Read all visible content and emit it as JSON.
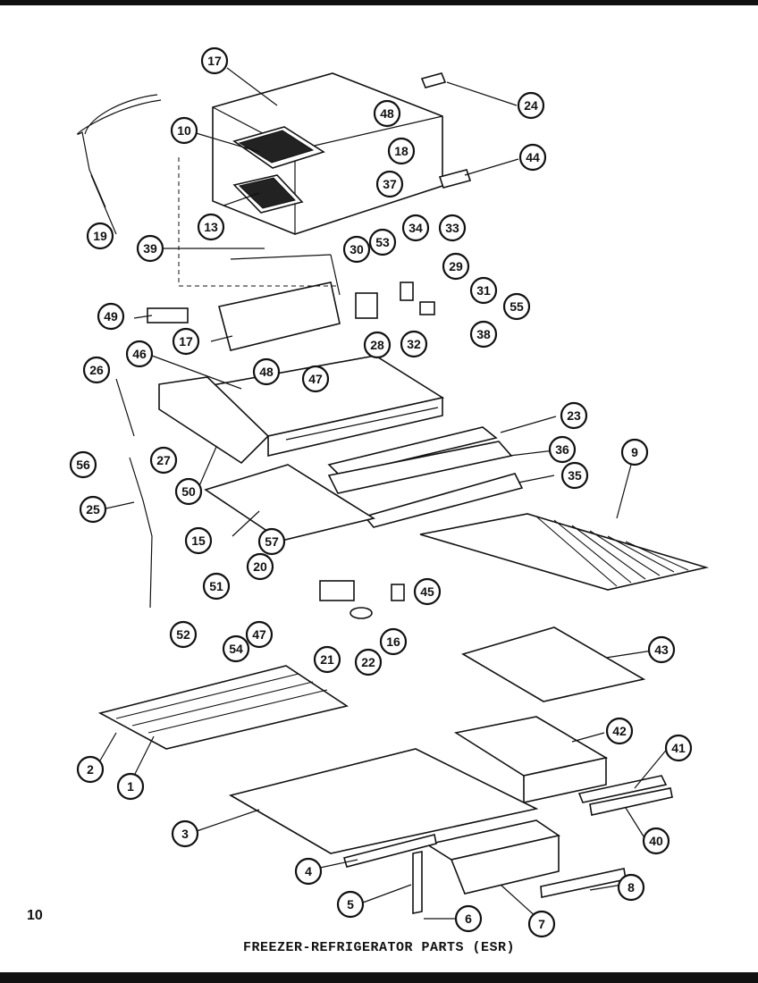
{
  "page_number": "10",
  "caption": "FREEZER-REFRIGERATOR PARTS (ESR)",
  "callouts": [
    {
      "id": "c17a",
      "label": "17"
    },
    {
      "id": "c24",
      "label": "24"
    },
    {
      "id": "c48a",
      "label": "48"
    },
    {
      "id": "c10",
      "label": "10"
    },
    {
      "id": "c18",
      "label": "18"
    },
    {
      "id": "c44",
      "label": "44"
    },
    {
      "id": "c37",
      "label": "37"
    },
    {
      "id": "c13",
      "label": "13"
    },
    {
      "id": "c19",
      "label": "19"
    },
    {
      "id": "c39",
      "label": "39"
    },
    {
      "id": "c30",
      "label": "30"
    },
    {
      "id": "c53",
      "label": "53"
    },
    {
      "id": "c34",
      "label": "34"
    },
    {
      "id": "c33",
      "label": "33"
    },
    {
      "id": "c29",
      "label": "29"
    },
    {
      "id": "c31",
      "label": "31"
    },
    {
      "id": "c55",
      "label": "55"
    },
    {
      "id": "c49",
      "label": "49"
    },
    {
      "id": "c28",
      "label": "28"
    },
    {
      "id": "c32",
      "label": "32"
    },
    {
      "id": "c38",
      "label": "38"
    },
    {
      "id": "c17b",
      "label": "17"
    },
    {
      "id": "c48b",
      "label": "48"
    },
    {
      "id": "c46",
      "label": "46"
    },
    {
      "id": "c47a",
      "label": "47"
    },
    {
      "id": "c26",
      "label": "26"
    },
    {
      "id": "c23",
      "label": "23"
    },
    {
      "id": "c9",
      "label": "9"
    },
    {
      "id": "c36",
      "label": "36"
    },
    {
      "id": "c56",
      "label": "56"
    },
    {
      "id": "c27",
      "label": "27"
    },
    {
      "id": "c35",
      "label": "35"
    },
    {
      "id": "c50",
      "label": "50"
    },
    {
      "id": "c25",
      "label": "25"
    },
    {
      "id": "c15",
      "label": "15"
    },
    {
      "id": "c57",
      "label": "57"
    },
    {
      "id": "c20",
      "label": "20"
    },
    {
      "id": "c45",
      "label": "45"
    },
    {
      "id": "c51",
      "label": "51"
    },
    {
      "id": "c16",
      "label": "16"
    },
    {
      "id": "c52",
      "label": "52"
    },
    {
      "id": "c54",
      "label": "54"
    },
    {
      "id": "c47b",
      "label": "47"
    },
    {
      "id": "c21",
      "label": "21"
    },
    {
      "id": "c22",
      "label": "22"
    },
    {
      "id": "c43",
      "label": "43"
    },
    {
      "id": "c42",
      "label": "42"
    },
    {
      "id": "c41",
      "label": "41"
    },
    {
      "id": "c2",
      "label": "2"
    },
    {
      "id": "c1",
      "label": "1"
    },
    {
      "id": "c40",
      "label": "40"
    },
    {
      "id": "c3",
      "label": "3"
    },
    {
      "id": "c4",
      "label": "4"
    },
    {
      "id": "c5",
      "label": "5"
    },
    {
      "id": "c6",
      "label": "6"
    },
    {
      "id": "c7",
      "label": "7"
    },
    {
      "id": "c8",
      "label": "8"
    }
  ]
}
